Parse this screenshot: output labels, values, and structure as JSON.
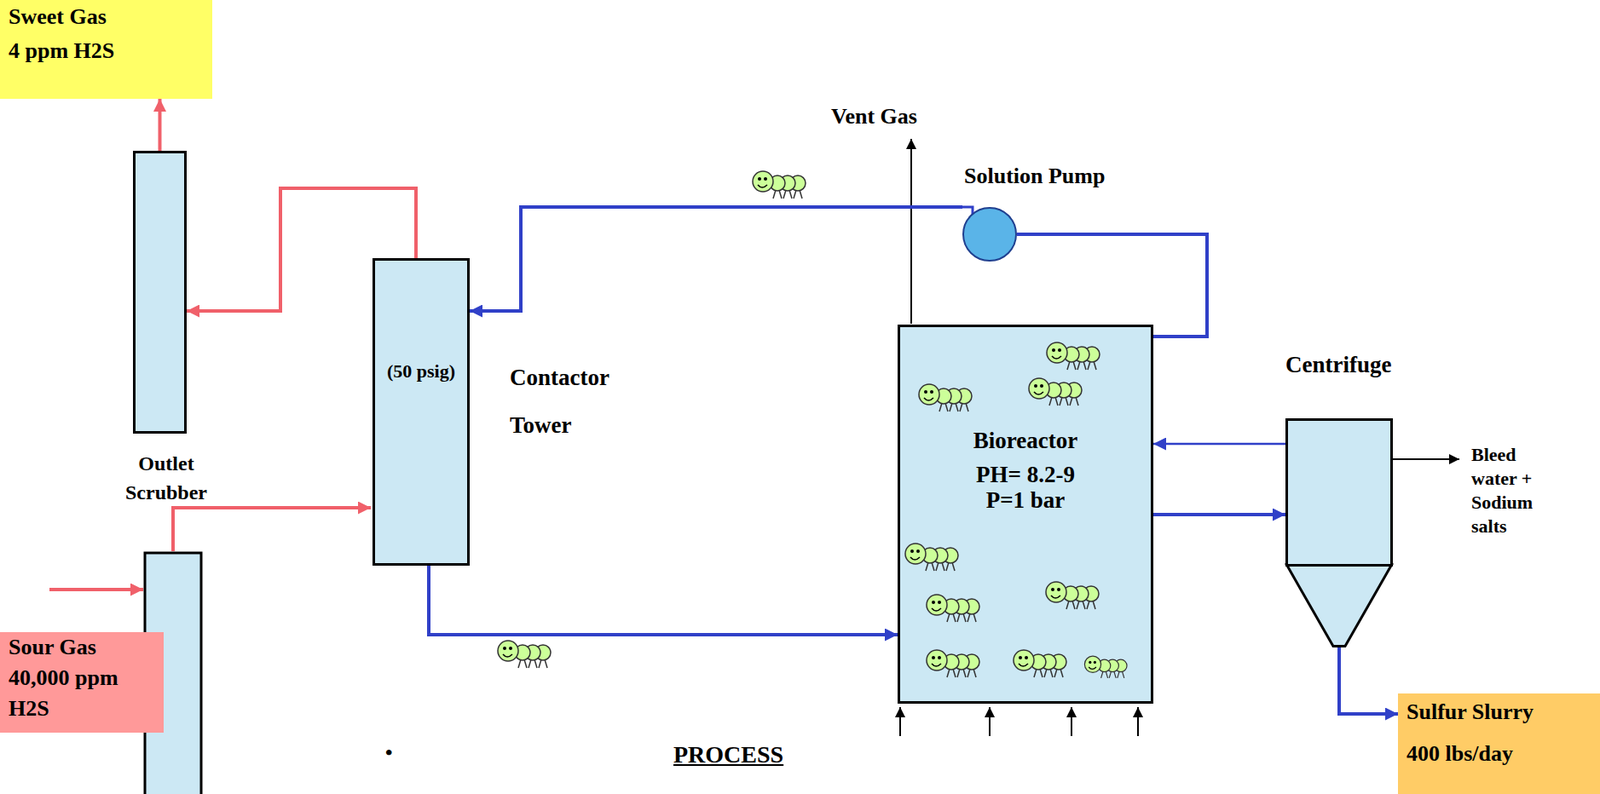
{
  "diagram": {
    "nodes": [
      {
        "text": [
          "Sweet Gas",
          "4 ppm H2S"
        ]
      },
      {
        "text": [
          "Outlet Scrubber"
        ]
      },
      {
        "text": [
          "Sour Gas",
          "40,000 ppm H2S"
        ]
      },
      {
        "text": [
          "(50 psig)",
          "Contactor Tower"
        ]
      },
      {
        "text": [
          "Solution Pump"
        ]
      },
      {
        "text": [
          "Bioreactor",
          "PH= 8.2-9 P=1 bar"
        ]
      },
      {
        "text": [
          "Centrifuge"
        ]
      },
      {
        "text": [
          "Sulfur Slurry",
          "400 lbs/day"
        ]
      }
    ],
    "edges": [
      {
        "from": 1,
        "to": 0,
        "arrow": "to"
      },
      {
        "from": 3,
        "to": 1,
        "arrow": "to"
      },
      {
        "from": 3,
        "to": 5,
        "arrow": "to"
      },
      {
        "from": 5,
        "to": 4,
        "arrow": "none"
      },
      {
        "from": 4,
        "to": 3,
        "arrow": "to"
      },
      {
        "from": 5,
        "to": 6,
        "arrow": "to"
      },
      {
        "from": 6,
        "to": 5,
        "arrow": "to"
      },
      {
        "from": 6,
        "to": 7,
        "arrow": "to"
      }
    ],
    "labels": [
      "Vent Gas",
      "Bleed water + Sodium salts",
      "PROCESS",
      "•"
    ]
  }
}
